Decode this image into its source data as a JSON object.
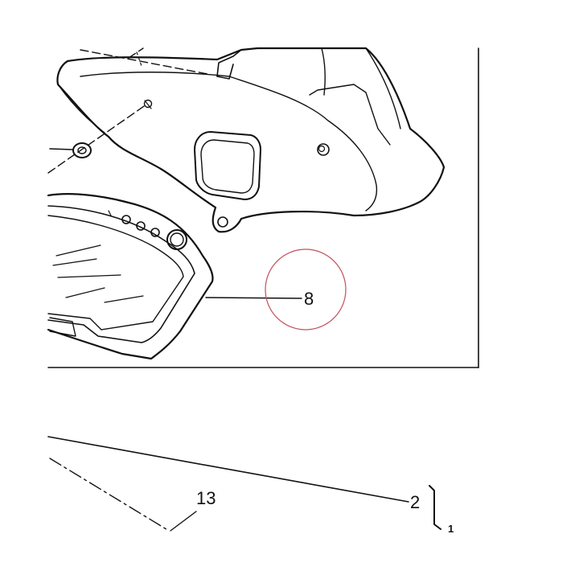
{
  "callouts": {
    "part_8": "8",
    "part_2": "2",
    "part_13": "13",
    "group_1": "1"
  },
  "colors": {
    "line": "#111111",
    "highlight_circle": "#c0505a",
    "background": "#ffffff"
  }
}
